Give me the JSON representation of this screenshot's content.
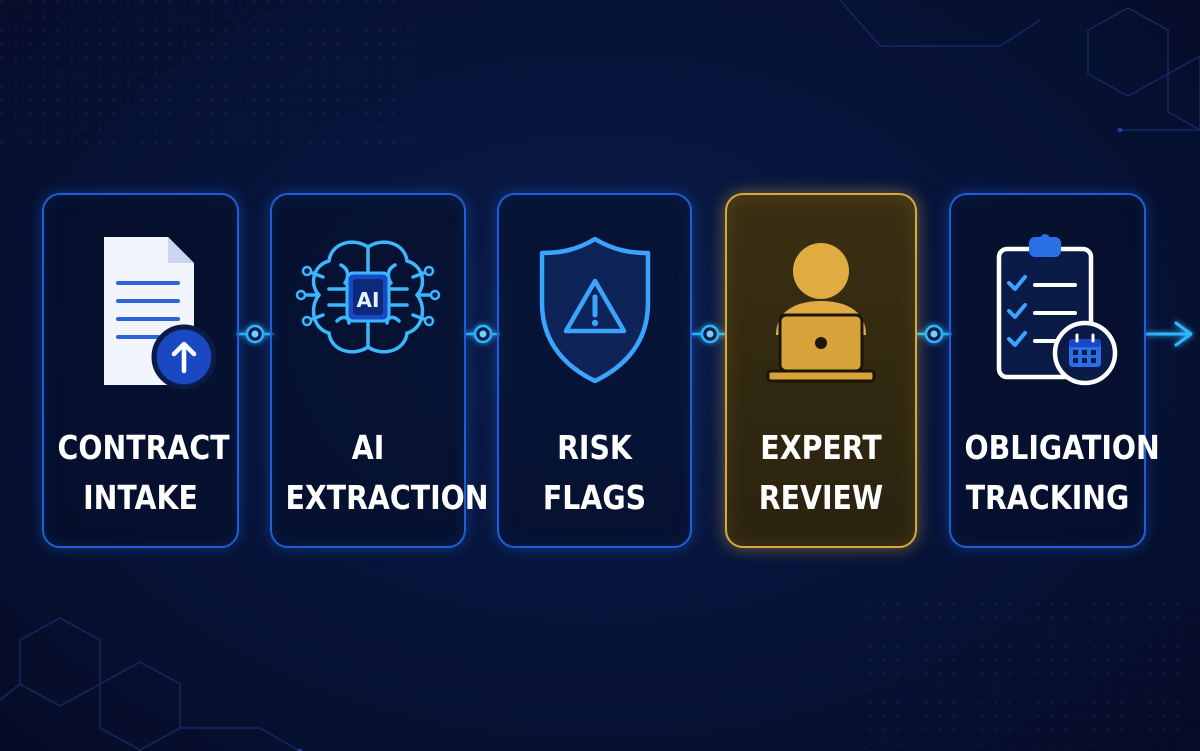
{
  "colors": {
    "accent_blue": "#1f5fd6",
    "glow_blue": "#2fb8ff",
    "highlight_gold": "#d8a93a",
    "background": "#071338"
  },
  "steps": [
    {
      "line1": "CONTRACT",
      "line2": "INTAKE",
      "icon": "document-upload-icon"
    },
    {
      "line1": "AI",
      "line2": "EXTRACTION",
      "icon": "ai-brain-icon",
      "icon_text": "AI"
    },
    {
      "line1": "RISK",
      "line2": "FLAGS",
      "icon": "warning-shield-icon"
    },
    {
      "line1": "EXPERT",
      "line2": "REVIEW",
      "icon": "person-laptop-icon",
      "highlighted": true
    },
    {
      "line1": "OBLIGATION",
      "line2": "TRACKING",
      "icon": "clipboard-checklist-calendar-icon"
    }
  ]
}
